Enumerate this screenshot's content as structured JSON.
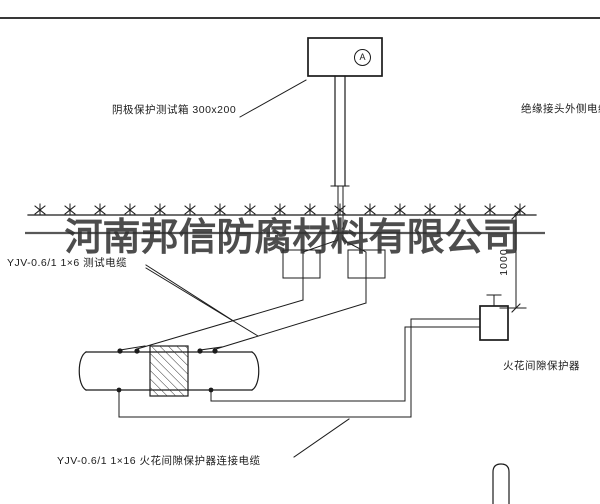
{
  "watermark": {
    "text": "河南邦信防腐材料有限公司"
  },
  "labels": {
    "test_box": "阴极保护测试箱 300x200",
    "ammeter": "A",
    "outer_cable": "绝缘接头外侧电缆",
    "test_cable": "YJV-0.6/1  1×6   测试电缆",
    "depth_dimension": "1000",
    "spark_gap_protector": "火花间隙保护器",
    "connection_cable": "YJV-0.6/1  1×16   火花间隙保护器连接电缆"
  },
  "colors": {
    "line": "#1b1b1b",
    "watermark": "#2f2f2f",
    "paper": "#ffffff"
  }
}
